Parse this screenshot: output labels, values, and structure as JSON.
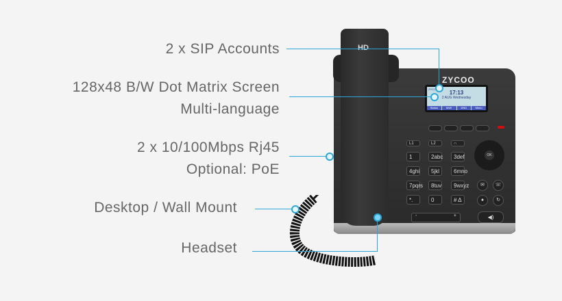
{
  "annotations": [
    {
      "id": "sip",
      "label": "2 x SIP Accounts"
    },
    {
      "id": "screen",
      "label_line1": "128x48 B/W Dot Matrix Screen",
      "label_line2": "Multi-language"
    },
    {
      "id": "ethernet",
      "label_line1": "2 x 10/100Mbps Rj45",
      "label_line2": "Optional: PoE"
    },
    {
      "id": "mount",
      "label": "Desktop / Wall Mount"
    },
    {
      "id": "headset",
      "label": "Headset"
    }
  ],
  "phone": {
    "brand": "ZYCOO",
    "handset_badge": "HD",
    "lcd": {
      "brand": "ZYCOO",
      "time": "17:13",
      "date": "2 AUG Wednesday",
      "softkeys": [
        "Status",
        "MWI",
        "DND",
        "Menu"
      ]
    },
    "line_keys": [
      "L1",
      "L2",
      "∩"
    ],
    "keypad": [
      "1",
      "2abc",
      "3def",
      "4ghi",
      "5jkl",
      "6mno",
      "7pqrs",
      "8tuv",
      "9wxyz",
      "*.",
      "0",
      "# Δ"
    ],
    "nav_ok": "OK",
    "volume": {
      "minus": "-",
      "plus": "+"
    },
    "speaker_icon": "◀)"
  },
  "colors": {
    "accent": "#29a8d8",
    "background": "#f4f4f4",
    "label_text": "#666666",
    "status_led": "#d01010"
  }
}
